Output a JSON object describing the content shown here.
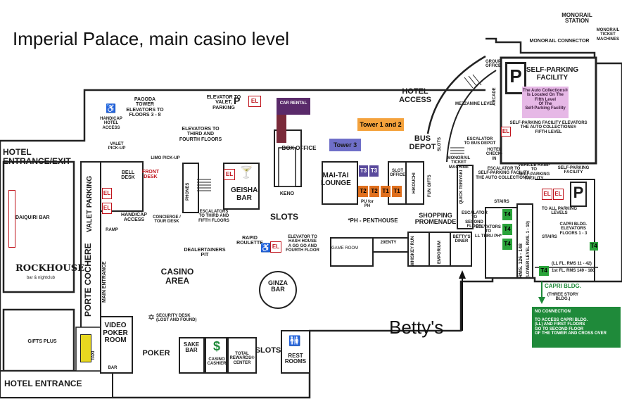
{
  "title": "Imperial Palace, main casino level",
  "annotation": "Betty's",
  "colors": {
    "tower_label_blue": "#6f6fc8",
    "tower_label_orange": "#f4a23c",
    "t_room_purple": "#5a4a9c",
    "t_room_orange": "#e0701e",
    "t4_green": "#2aa33a",
    "car_rental": "#5a2a6a",
    "notice_green": "#1f8a3a",
    "auto_collection_pink": "#e6b8e6",
    "elevator_red": "#c0141c"
  },
  "labels": {
    "monorail_station": "MONORAIL\nSTATION",
    "monorail_connector": "MONORAIL CONNECTOR",
    "self_parking_facility": "SELF-PARKING\nFACILITY",
    "auto_collections": "The Auto Collections®\nIs Located On The\nFifth Level\nOf The\nSelf-Parking Facility",
    "self_parking_elevators": "SELF-PARKING FACILITY ELEVATORS\nTHE AUTO COLLECTIONS®\nFIFTH LEVEL",
    "hotel_access": "HOTEL\nACCESS",
    "tower_1_2": "Tower 1 and 2",
    "tower_3": "Tower 3",
    "bus_depot": "BUS\nDEPOT",
    "hotel_entrance_exit": "HOTEL ENTRANCE/EXIT",
    "hotel_entrance": "HOTEL ENTRANCE",
    "pagoda_tower": "PAGODA\nTOWER\nELEVATORS TO\nFLOORS 3 - 8",
    "handicap_hotel_access": "HANDICAP\nHOTEL\nACCESS",
    "valet_pickup": "VALET\nPICK-UP",
    "elevator_valet": "ELEVATOR TO\nVALET,\nPARKING",
    "car_rental": "CAR\nRENTAL",
    "box_office": "BOX OFFICE",
    "elevators_third_fourth": "ELEVATORS TO\nTHIRD AND\nFOURTH FLOORS",
    "limo_pickup": "LIMO PICK-UP",
    "bell_desk": "BELL\nDESK",
    "front_desk": "FRONT\nDESK",
    "phones": "PHONES",
    "geisha_bar": "GEISHA\nBAR",
    "keno": "KENO",
    "mai_tai_lounge": "MAI-TAI\nLOUNGE",
    "slot_office": "SLOT\nOFFICE",
    "pu_for_ph": "PU for\nPH",
    "ph_penthouse": "*PH - PENTHOUSE",
    "hikouchi": "HIKOUCHI",
    "fun_gifts": "FUN GIFTS",
    "slots_upper": "SLOTS",
    "valet_parking": "VALET PARKING",
    "porte_cochere": "PORTE COCHERE",
    "main_entrance": "MAIN ENTRANCE",
    "daiquiri_bar": "DAIQUIRI BAR",
    "rockhouse": "ROCKHOUSE",
    "rockhouse_sub": "bar & nightclub",
    "gifts_plus": "GIFTS PLUS",
    "ramp": "RAMP",
    "handicap_access": "HANDICAP\nACCESS",
    "concierge": "CONCIERGE /\nTOUR DESK",
    "escalators_third_fifth": "ESCALATORS\nTO THIRD AND\nFIFTH FLOORS",
    "rapid_roulette": "RAPID\nROULETTE",
    "dealertainers_pit": "DEALERTAINERS\nPIT",
    "elevator_hash_house": "ELEVATOR TO\nHASH HOUSE\nA GO GO AND\nFOURTH FLOOR",
    "game_room": "GAME ROOM",
    "twenty_one": "20ENTY",
    "whiskey_run": "WHISKEY\nRUN",
    "emporium": "EMPORIUM",
    "bettys_diner": "BETTY'S\nDINER",
    "shopping_promenade": "SHOPPING\nPROMENADE",
    "quick_teriyaki": "QUICK\nTERIYAKI",
    "casino_area": "CASINO\nAREA",
    "ginza_bar": "GINZA\nBAR",
    "security_desk": "SECURITY DESK\n(LOST AND FOUND)",
    "video_poker_room": "VIDEO\nPOKER\nROOM",
    "poker": "POKER",
    "sake_bar": "SAKE\nBAR",
    "casino_cashier": "CASINO\nCASHIER",
    "total_rewards": "TOTAL\nREWARDS®\nCENTER",
    "slots_lower": "SLOTS",
    "rest_rooms": "REST\nROOMS",
    "taxi": "TAXI",
    "bar": "BAR",
    "escalator_self_parking": "ESCALATOR TO\nSELF-PARKING FACILITY\nTHE AUTO COLLECTIONS®",
    "escalator_bus_depot": "ESCALATOR\nTO BUS DEPOT",
    "escalator_second_floor": "ESCALATOR TO\nSECOND FLOOR",
    "elevators_ll": "ELEVATORS\nTO\nLL THRU PH*",
    "rms_lower_level": "RMS. 126 - 148",
    "lower_level_rms": "(LOWER LEVEL RMS. 1 - 10)",
    "vehicle_ramp": "VEHICLE RAMP TO\nSELF-PARKING\nFACILITY",
    "self_parking_facility_small": "SELF-PARKING\nFACILITY",
    "to_all_parking_levels": "TO ALL PARKING\nLEVELS",
    "capri_elevators": "CAPRI BLDG.\nELEVATORS\nFLOORS 1 - 3",
    "stairs": "STAIRS",
    "stairs_upper": "STAIRS",
    "ll_fl": "(LL FL. RMS   11 - 42)",
    "first_fl": "1st FL. RMS   149 - 180",
    "capri_bldg": "CAPRI BLDG.",
    "three_story": "(THREE STORY BLDG.)",
    "group_office": "GROUP\nOFFICE",
    "arcade": "ARCADE",
    "monorail_ticket": "MONORAIL\nTICKET\nMACHINES",
    "mezzanine": "MEZZANINE LEVEL",
    "hotel_check_in": "HOTEL\nCHECK-IN",
    "monorail_ticket_machine": "MONORAIL\nTICKET\nMACHINE",
    "slots_vertical": "SLOTS"
  },
  "notice": {
    "title": "NO CONNECTION",
    "body": "TO ACCESS CAPRI BLDG.\n(LL) AND FIRST FLOORS\nGO TO SECOND FLOOR\nOF THE TOWER AND CROSS OVER"
  },
  "elevators": {
    "el": "EL",
    "t3": "T3",
    "t2": "T2",
    "t1": "T1",
    "t4": "T4",
    "p": "P"
  }
}
